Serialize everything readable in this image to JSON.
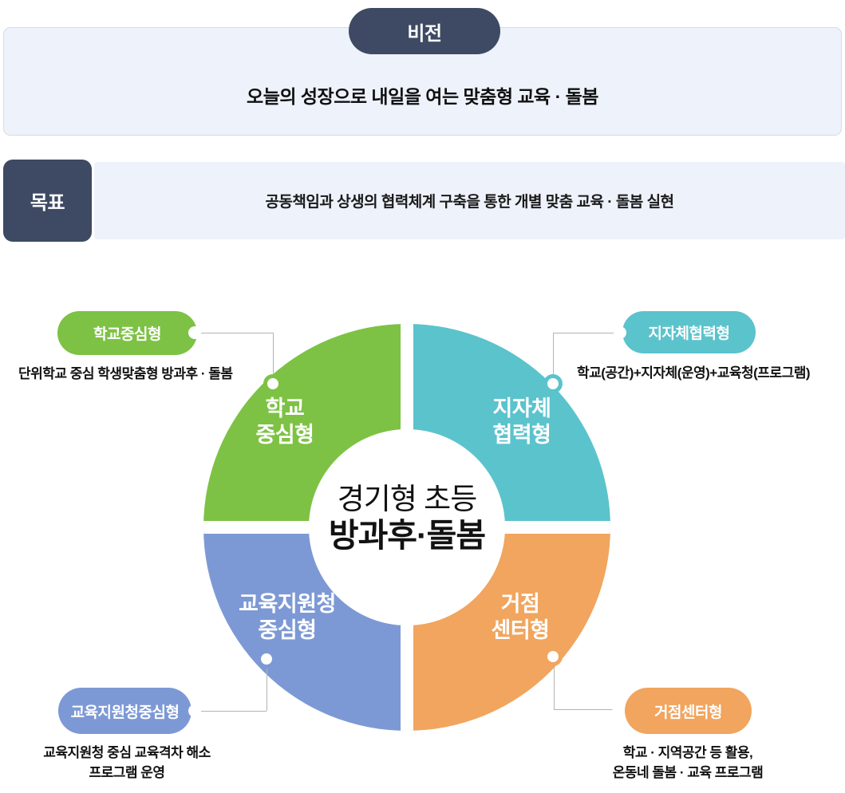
{
  "colors": {
    "navy": "#3E4A63",
    "panel_bg": "#EDF2FB",
    "panel_border": "#D6DBE8",
    "connector_line": "#B3B3B3"
  },
  "vision": {
    "badge_label": "비전",
    "statement": "오늘의 성장으로 내일을 여는 맞춤형 교육 · 돌봄"
  },
  "goal": {
    "badge_label": "목표",
    "statement": "공동책임과 상생의 협력체계 구축을 통한 개별 맞춤 교육 · 돌봄 실현"
  },
  "donut": {
    "center_title_line1": "경기형 초등",
    "center_title_line2": "방과후·돌봄",
    "segments": [
      {
        "name": "school-centered",
        "position": "top-left",
        "color": "#7DC244",
        "ring_label_line1": "학교",
        "ring_label_line2": "중심형",
        "callout_label": "학교중심형",
        "description_line1": "단위학교 중심 학생맞춤형 방과후 · 돌봄",
        "description_line2": ""
      },
      {
        "name": "local-government-cooperation",
        "position": "top-right",
        "color": "#5BC3CC",
        "ring_label_line1": "지자체",
        "ring_label_line2": "협력형",
        "callout_label": "지자체협력형",
        "description_line1": "학교(공간)+지자체(운영)+교육청(프로그램)",
        "description_line2": ""
      },
      {
        "name": "education-office-centered",
        "position": "bottom-left",
        "color": "#7D99D5",
        "ring_label_line1": "교육지원청",
        "ring_label_line2": "중심형",
        "callout_label": "교육지원청중심형",
        "description_line1": "교육지원청 중심 교육격차 해소",
        "description_line2": "프로그램 운영"
      },
      {
        "name": "hub-center",
        "position": "bottom-right",
        "color": "#F1A55E",
        "ring_label_line1": "거점",
        "ring_label_line2": "센터형",
        "callout_label": "거점센터형",
        "description_line1": "학교 · 지역공간 등 활용,",
        "description_line2": "온동네 돌봄 · 교육 프로그램"
      }
    ]
  }
}
